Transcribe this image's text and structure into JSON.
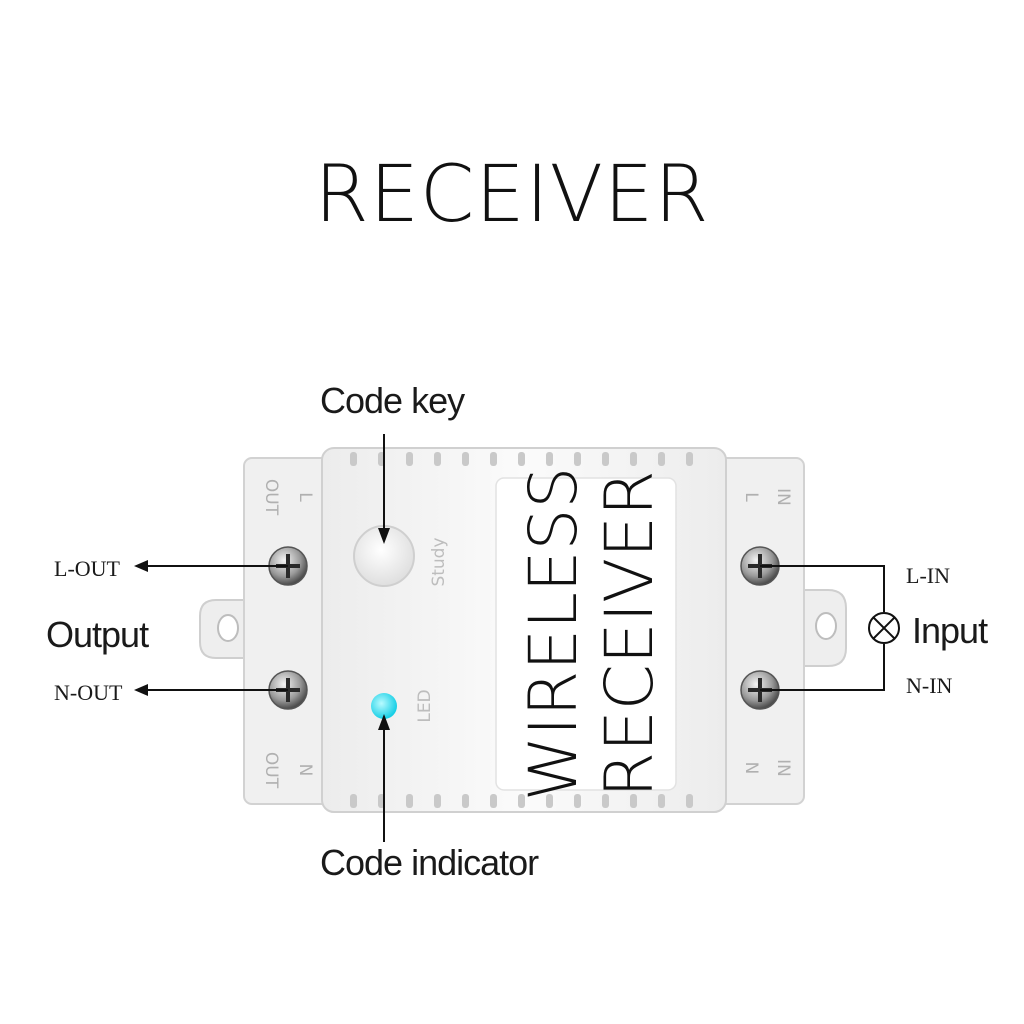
{
  "title": "RECEIVER",
  "callouts": {
    "code_key": "Code key",
    "code_indicator": "Code indicator",
    "output": "Output",
    "input": "Input"
  },
  "terminals": {
    "l_out": "L-OUT",
    "n_out": "N-OUT",
    "l_in": "L-IN",
    "n_in": "N-IN"
  },
  "device": {
    "label_line1": "WIRELESS",
    "label_line2": "RECEIVER",
    "study": "Study",
    "led": "LED",
    "left_top": [
      "L",
      "OUT"
    ],
    "left_bottom": [
      "N",
      "OUT"
    ],
    "right_top": [
      "L",
      "IN"
    ],
    "right_bottom": [
      "N",
      "IN"
    ],
    "led_color": "#22d8ee",
    "body_color": "#f4f4f4"
  }
}
